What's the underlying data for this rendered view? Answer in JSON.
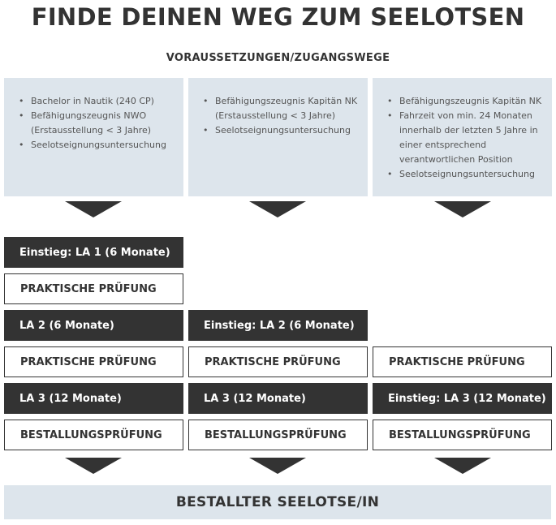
{
  "title": "FINDE DEINEN WEG ZUM SEELOTSEN",
  "subtitle": "VORAUSSETZUNGEN/ZUGANGSWEGE",
  "requirements": [
    [
      "Bachelor in Nautik (240 CP)",
      "Befähigungszeugnis NWO (Erstausstellung  < 3 Jahre)",
      "Seelotseignungsuntersuchung"
    ],
    [
      "Befähigungszeugnis Kapitän NK (Erstausstellung < 3 Jahre)",
      "Seelotseignungsuntersuchung"
    ],
    [
      "Befähigungszeugnis Kapitän NK",
      "Fahrzeit von min. 24 Monaten innerhalb der letzten 5 Jahre in einer entsprechend verantwortlichen Position",
      "Seelotseignungsuntersuchung"
    ]
  ],
  "col1": {
    "entry": "Einstieg: LA 1 (6 Monate)",
    "exam1": "PRAKTISCHE PRÜFUNG",
    "la2": "LA 2 (6 Monate)",
    "exam2": "PRAKTISCHE PRÜFUNG",
    "la3": "LA 3 (12 Monate)",
    "final_exam": "BESTALLUNGSPRÜFUNG"
  },
  "col2": {
    "entry": "Einstieg: LA 2 (6 Monate)",
    "exam2": "PRAKTISCHE PRÜFUNG",
    "la3": "LA 3 (12 Monate)",
    "final_exam": "BESTALLUNGSPRÜFUNG"
  },
  "col3": {
    "exam2": "PRAKTISCHE PRÜFUNG",
    "entry": "Einstieg: LA 3 (12 Monate)",
    "final_exam": "BESTALLUNGSPRÜFUNG"
  },
  "result": "BESTALLTER SEELOTSE/IN",
  "colors": {
    "dark": "#333333",
    "light_panel": "#dde5ec",
    "text": "#333333"
  }
}
